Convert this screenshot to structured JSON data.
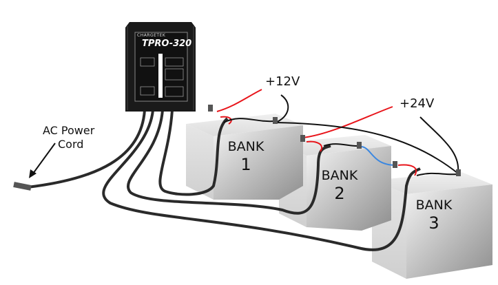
{
  "diagram": {
    "charger": {
      "brand": "CHARGETEK",
      "model": "TPRO-320",
      "color": "#1a1a1a"
    },
    "labels": {
      "ac_power_line1": "AC Power",
      "ac_power_line2": "Cord",
      "plus12": "+12V",
      "plus24": "+24V"
    },
    "banks": [
      {
        "label": "BANK",
        "number": "1"
      },
      {
        "label": "BANK",
        "number": "2"
      },
      {
        "label": "BANK",
        "number": "3"
      }
    ],
    "wire_colors": {
      "positive": "#e8141a",
      "negative": "#111111",
      "jumper": "#3a87e0",
      "cable": "#2a2a2a"
    }
  }
}
